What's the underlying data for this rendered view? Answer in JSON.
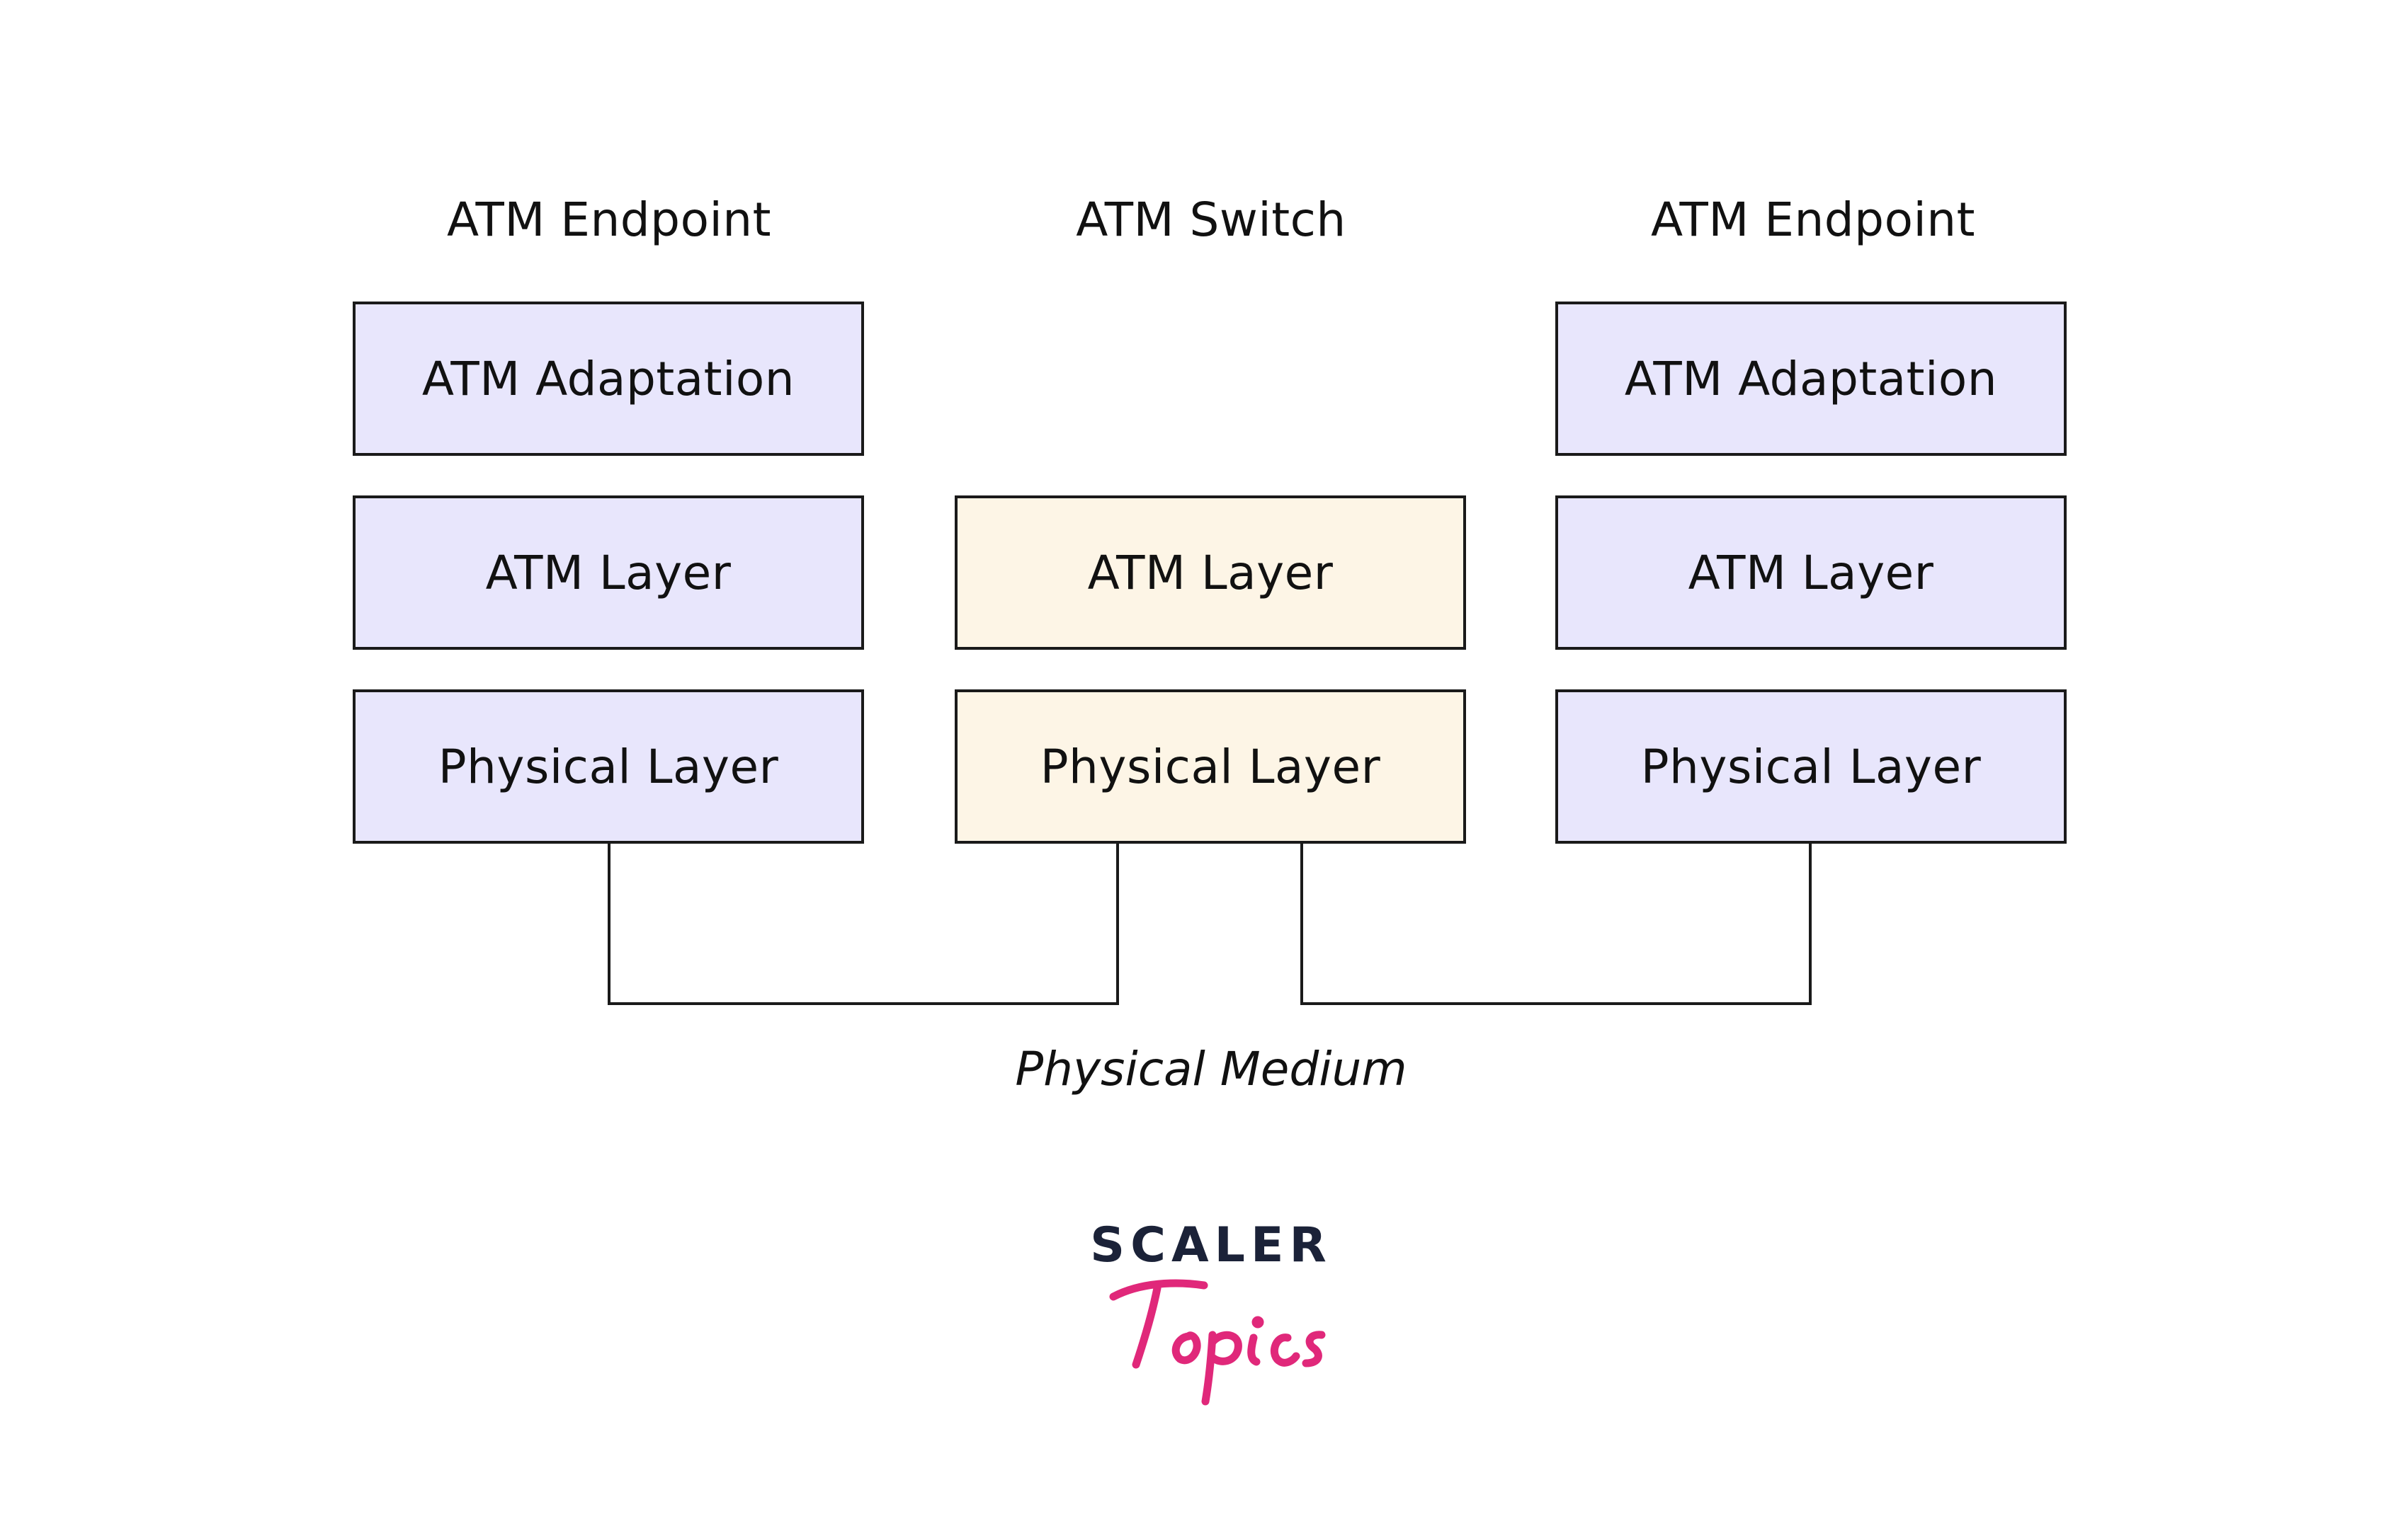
{
  "columns": [
    {
      "title": "ATM Endpoint",
      "layers": [
        "ATM Adaptation",
        "ATM Layer",
        "Physical Layer"
      ]
    },
    {
      "title": "ATM Switch",
      "layers": [
        "ATM Layer",
        "Physical Layer"
      ]
    },
    {
      "title": "ATM Endpoint",
      "layers": [
        "ATM Adaptation",
        "ATM Layer",
        "Physical Layer"
      ]
    }
  ],
  "medium_label": "Physical Medium",
  "logo": {
    "top": "SCALER",
    "script": "Topics"
  },
  "colors": {
    "endpoint_fill": "#e8e6fc",
    "switch_fill": "#fdf5e6",
    "border": "#1a1a1a",
    "logo_dark": "#1b2238",
    "logo_pink": "#e0287a"
  }
}
